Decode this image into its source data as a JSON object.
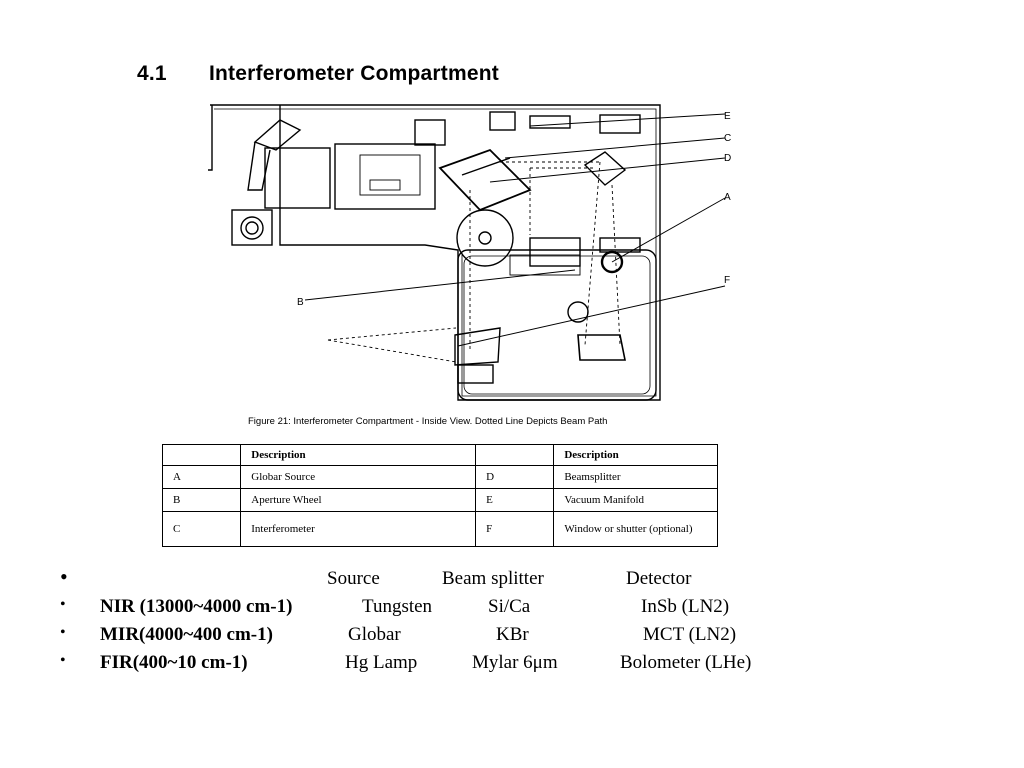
{
  "heading": {
    "number": "4.1",
    "title": "Interferometer Compartment"
  },
  "diagram": {
    "callouts": [
      "E",
      "C",
      "D",
      "A",
      "F",
      "B"
    ],
    "caption": "Figure 21:  Interferometer Compartment - Inside View.  Dotted Line Depicts Beam Path"
  },
  "legend_table": {
    "header": [
      "",
      "Description",
      "",
      "Description"
    ],
    "rows": [
      [
        "A",
        "Globar Source",
        "D",
        "Beamsplitter"
      ],
      [
        "B",
        "Aperture Wheel",
        "E",
        "Vacuum Manifold"
      ],
      [
        "C",
        "Interferometer",
        "F",
        "Window or  shutter (optional)"
      ]
    ]
  },
  "bullets": {
    "header": {
      "source": "Source",
      "splitter": "Beam splitter",
      "detector": "Detector"
    },
    "rows": [
      {
        "label": "NIR (13000~4000 cm-1)",
        "source": "Tungsten",
        "splitter": "Si/Ca",
        "detector": "InSb (LN2)"
      },
      {
        "label": "MIR(4000~400 cm-1)",
        "source": "Globar",
        "splitter": "KBr",
        "detector": "MCT (LN2)"
      },
      {
        "label": "FIR(400~10 cm-1)",
        "source": "Hg Lamp",
        "splitter": "Mylar 6μm",
        "detector": "Bolometer (LHe)"
      }
    ]
  }
}
